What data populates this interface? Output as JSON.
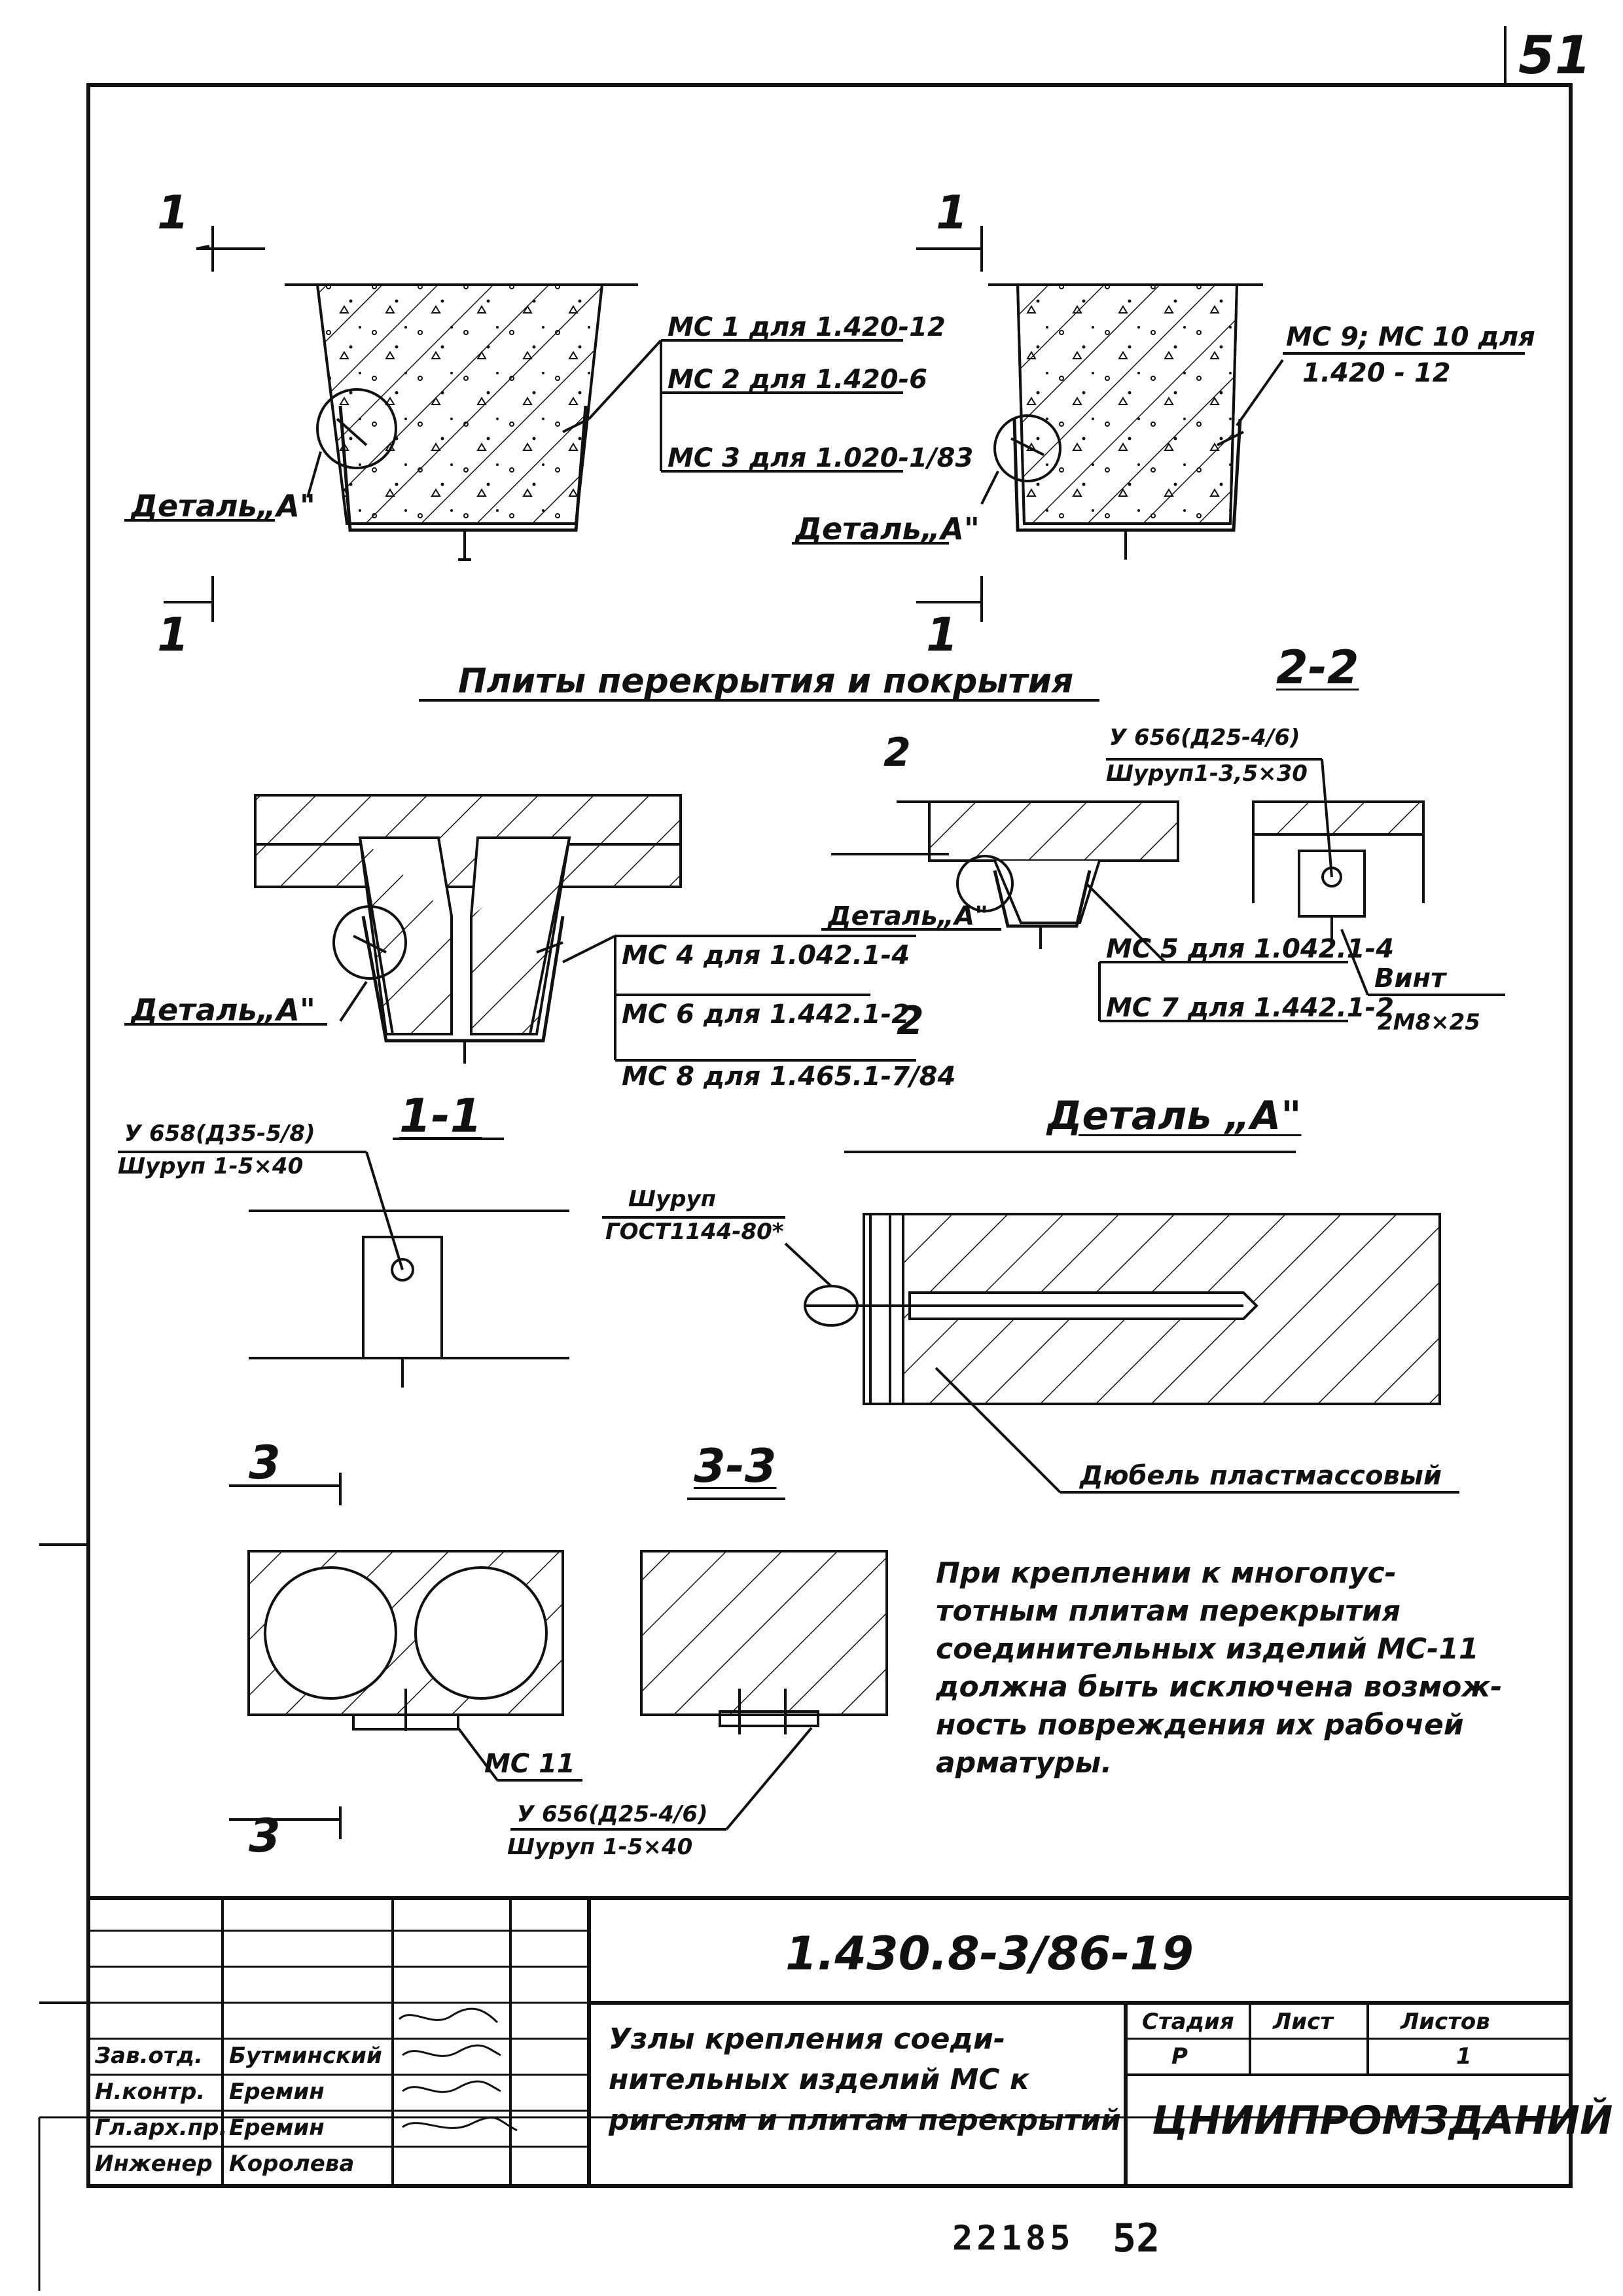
{
  "page_number": "51",
  "sections": {
    "s1_top_left": "1",
    "s1_bottom_left": "1",
    "s1_top_right": "1",
    "s1_bottom_right": "1",
    "s2_label": "2",
    "s2_bottom": "2",
    "s3_top": "3",
    "s3_bottom": "3"
  },
  "views": {
    "section_2_2": "2-2",
    "section_1_1": "1-1",
    "section_3_3": "3-3",
    "detail_a": "Деталь „А\""
  },
  "heading": "Плиты перекрытия и покрытия",
  "labels": {
    "detail_a_1": "Деталь„А\"",
    "detail_a_2": "Деталь„А\"",
    "detail_a_3": "Деталь„А\"",
    "detail_a_4": "Деталь„А\"",
    "mc1": "МС 1 для 1.420-12",
    "mc2": "МС 2 для 1.420-6",
    "mc3": "МС 3 для 1.020-1/83",
    "mc9_10_a": "МС 9; МС 10 для",
    "mc9_10_b": "1.420 - 12",
    "y656_a": "У 656(Д25-4/6)",
    "screw_35x30": "Шуруп1-3,5×30",
    "mc4": "МС 4 для 1.042.1-4",
    "mc6": "МС 6 для 1.442.1-2",
    "mc8": "МС 8 для 1.465.1-7/84",
    "mc5": "МС 5 для 1.042.1-4",
    "mc7": "МС 7 для 1.442.1-2",
    "vint": "Винт",
    "vint_size": "2М8×25",
    "y658": "У 658(Д35-5/8)",
    "screw_5x40": "Шуруп 1-5×40",
    "shurup": "Шуруп",
    "gost": "ГОСТ1144-80*",
    "dowel": "Дюбель пластмассовый",
    "mc11": "МС 11",
    "y656_b": "У 656(Д25-4/6)",
    "screw_5x40_b": "Шуруп 1-5×40"
  },
  "note": "При креплении к многопус-\nтотным плитам перекрытия\nсоединительных изделий МС-11\nдолжна быть исключена возмож-\nность повреждения их рабочей\nарматуры.",
  "title_block": {
    "code": "1.430.8-3/86-19",
    "title": "Узлы крепления соеди-\nнительных изделий МС к\nригелям и плитам перекрытий",
    "stage_hdr": "Стадия",
    "sheet_hdr": "Лист",
    "sheets_hdr": "Листов",
    "stage": "Р",
    "sheet": "",
    "sheets": "1",
    "org": "ЦНИИПРОМЗДАНИЙ",
    "roles": [
      {
        "role": "Зав.отд.",
        "name": "Бутминский"
      },
      {
        "role": "Н.контр.",
        "name": "Еремин"
      },
      {
        "role": "Гл.арх.пр.",
        "name": "Еремин"
      },
      {
        "role": "Инженер",
        "name": "Королева"
      }
    ]
  },
  "footer": {
    "inventory": "22185",
    "sheet_num": "52"
  }
}
